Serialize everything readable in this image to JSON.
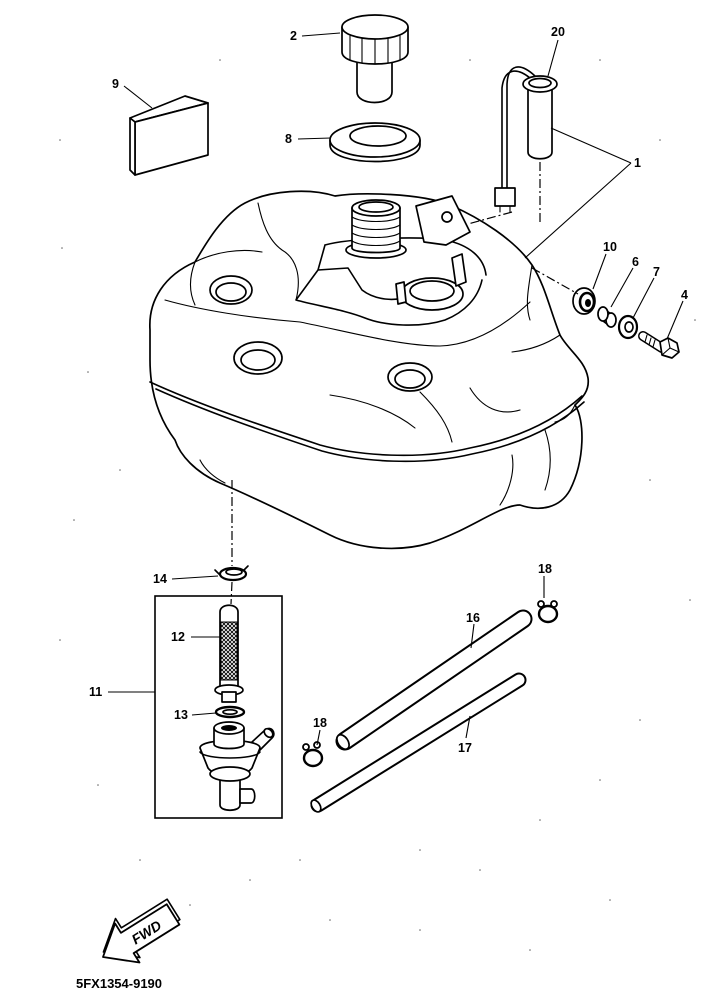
{
  "callouts": [
    "2",
    "20",
    "9",
    "8",
    "1",
    "10",
    "6",
    "7",
    "4",
    "14",
    "12",
    "11",
    "13",
    "18",
    "16",
    "18",
    "17"
  ],
  "diagram_code": "5FX1354-9190",
  "fwd_label": "FWD",
  "colors": {
    "line": "#000000",
    "background": "#ffffff"
  }
}
